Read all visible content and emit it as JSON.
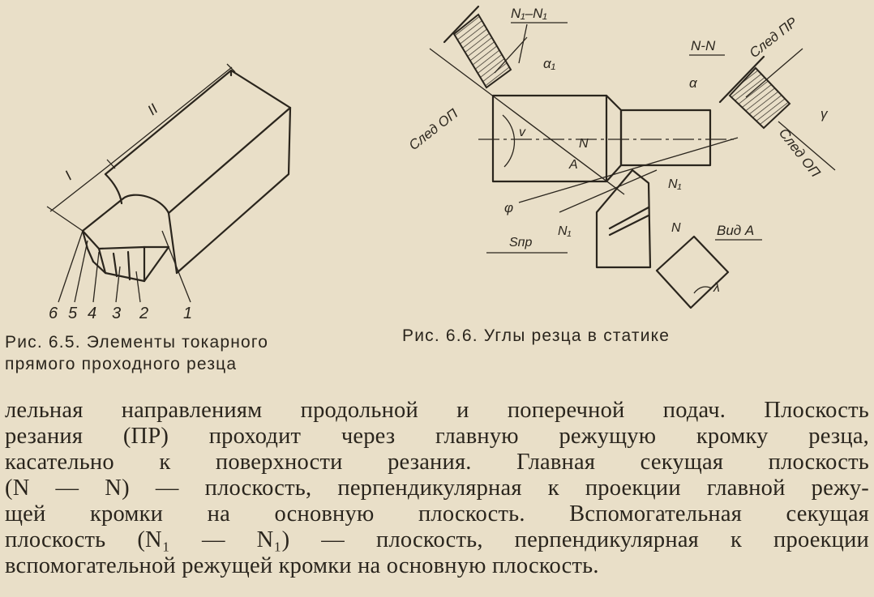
{
  "figure_5": {
    "dimension_I": "I",
    "dimension_II": "II",
    "part_labels": [
      "6",
      "5",
      "4",
      "3",
      "2",
      "1"
    ],
    "caption_line1": "Рис. 6.5. Элементы токарного",
    "caption_line2": "прямого проходного резца"
  },
  "figure_6": {
    "section_n1": "N₁–N₁",
    "alpha1": "α₁",
    "section_n": "N-N",
    "alpha": "α",
    "gamma": "γ",
    "trace_pr": "След ПР",
    "trace_op_left": "След ОП",
    "trace_op_right": "След ОП",
    "v": "v",
    "n_arrow": "N",
    "a_arrow": "A",
    "n1_right": "N₁",
    "phi": "φ",
    "n1_bottom": "N₁",
    "s_pr": "Sпр",
    "n_bottom": "N",
    "view_a": "Вид А",
    "lambda": "λ",
    "caption": "Рис. 6.6. Углы резца в статике"
  },
  "text_lines": [
    "лельная направлениям продольной и поперечной подач. Плоскость",
    "резания (ПР) проходит через главную режущую кромку резца,",
    "касательно к поверхности резания. Главная секущая плоскость",
    "(N — N) — плоскость, перпендикулярная к проекции главной режу-",
    "щей кромки на основную плоскость. Вспомогательная секущая",
    "плоскость (N₁ — N₁) — плоскость, перпендикулярная к проекции",
    "вспомогательной режущей кромки на основную плоскость."
  ]
}
